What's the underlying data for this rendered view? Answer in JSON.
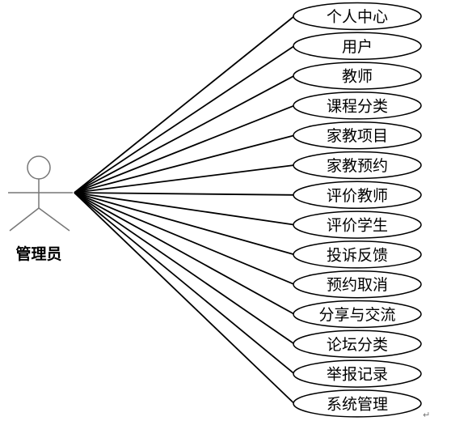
{
  "actor": {
    "name": "管理员"
  },
  "use_cases": [
    "个人中心",
    "用户",
    "教师",
    "课程分类",
    "家教项目",
    "家教预约",
    "评价教师",
    "评价学生",
    "投诉反馈",
    "预约取消",
    "分享与交流",
    "论坛分类",
    "举报记录",
    "系统管理"
  ],
  "paragraph_mark": "↵",
  "colors": {
    "stroke": "#000000",
    "actor_stroke": "#777777",
    "ellipse_fill": "#ffffff"
  }
}
